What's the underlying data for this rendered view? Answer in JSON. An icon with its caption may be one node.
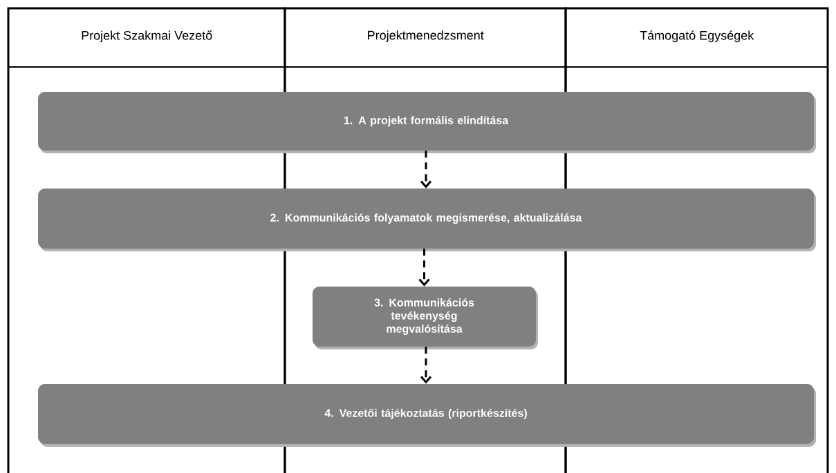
{
  "diagram": {
    "nodes": [
      {
        "text": [
          "Projekt Szakmai Vezető"
        ]
      },
      {
        "text": [
          "Projektmenedzsment"
        ]
      },
      {
        "text": [
          "Támogató Egységek"
        ]
      },
      {
        "text": [
          "1. A projekt formális elindítása"
        ]
      },
      {
        "text": [
          "2. Kommunikációs folyamatok megismerése, aktualizálása"
        ]
      },
      {
        "text": [
          "3. Kommunikációs tevékenység megvalósítása"
        ],
        "in": 1
      },
      {
        "text": [
          "4. Vezetői tájékoztatás (riportkészítés)"
        ]
      }
    ],
    "edges": [
      {
        "from": 3,
        "to": 4,
        "arrow": "to",
        "style": "dashed"
      },
      {
        "from": 4,
        "to": 5,
        "arrow": "to",
        "style": "dashed"
      },
      {
        "from": 5,
        "to": 6,
        "arrow": "to",
        "style": "dashed"
      }
    ]
  }
}
